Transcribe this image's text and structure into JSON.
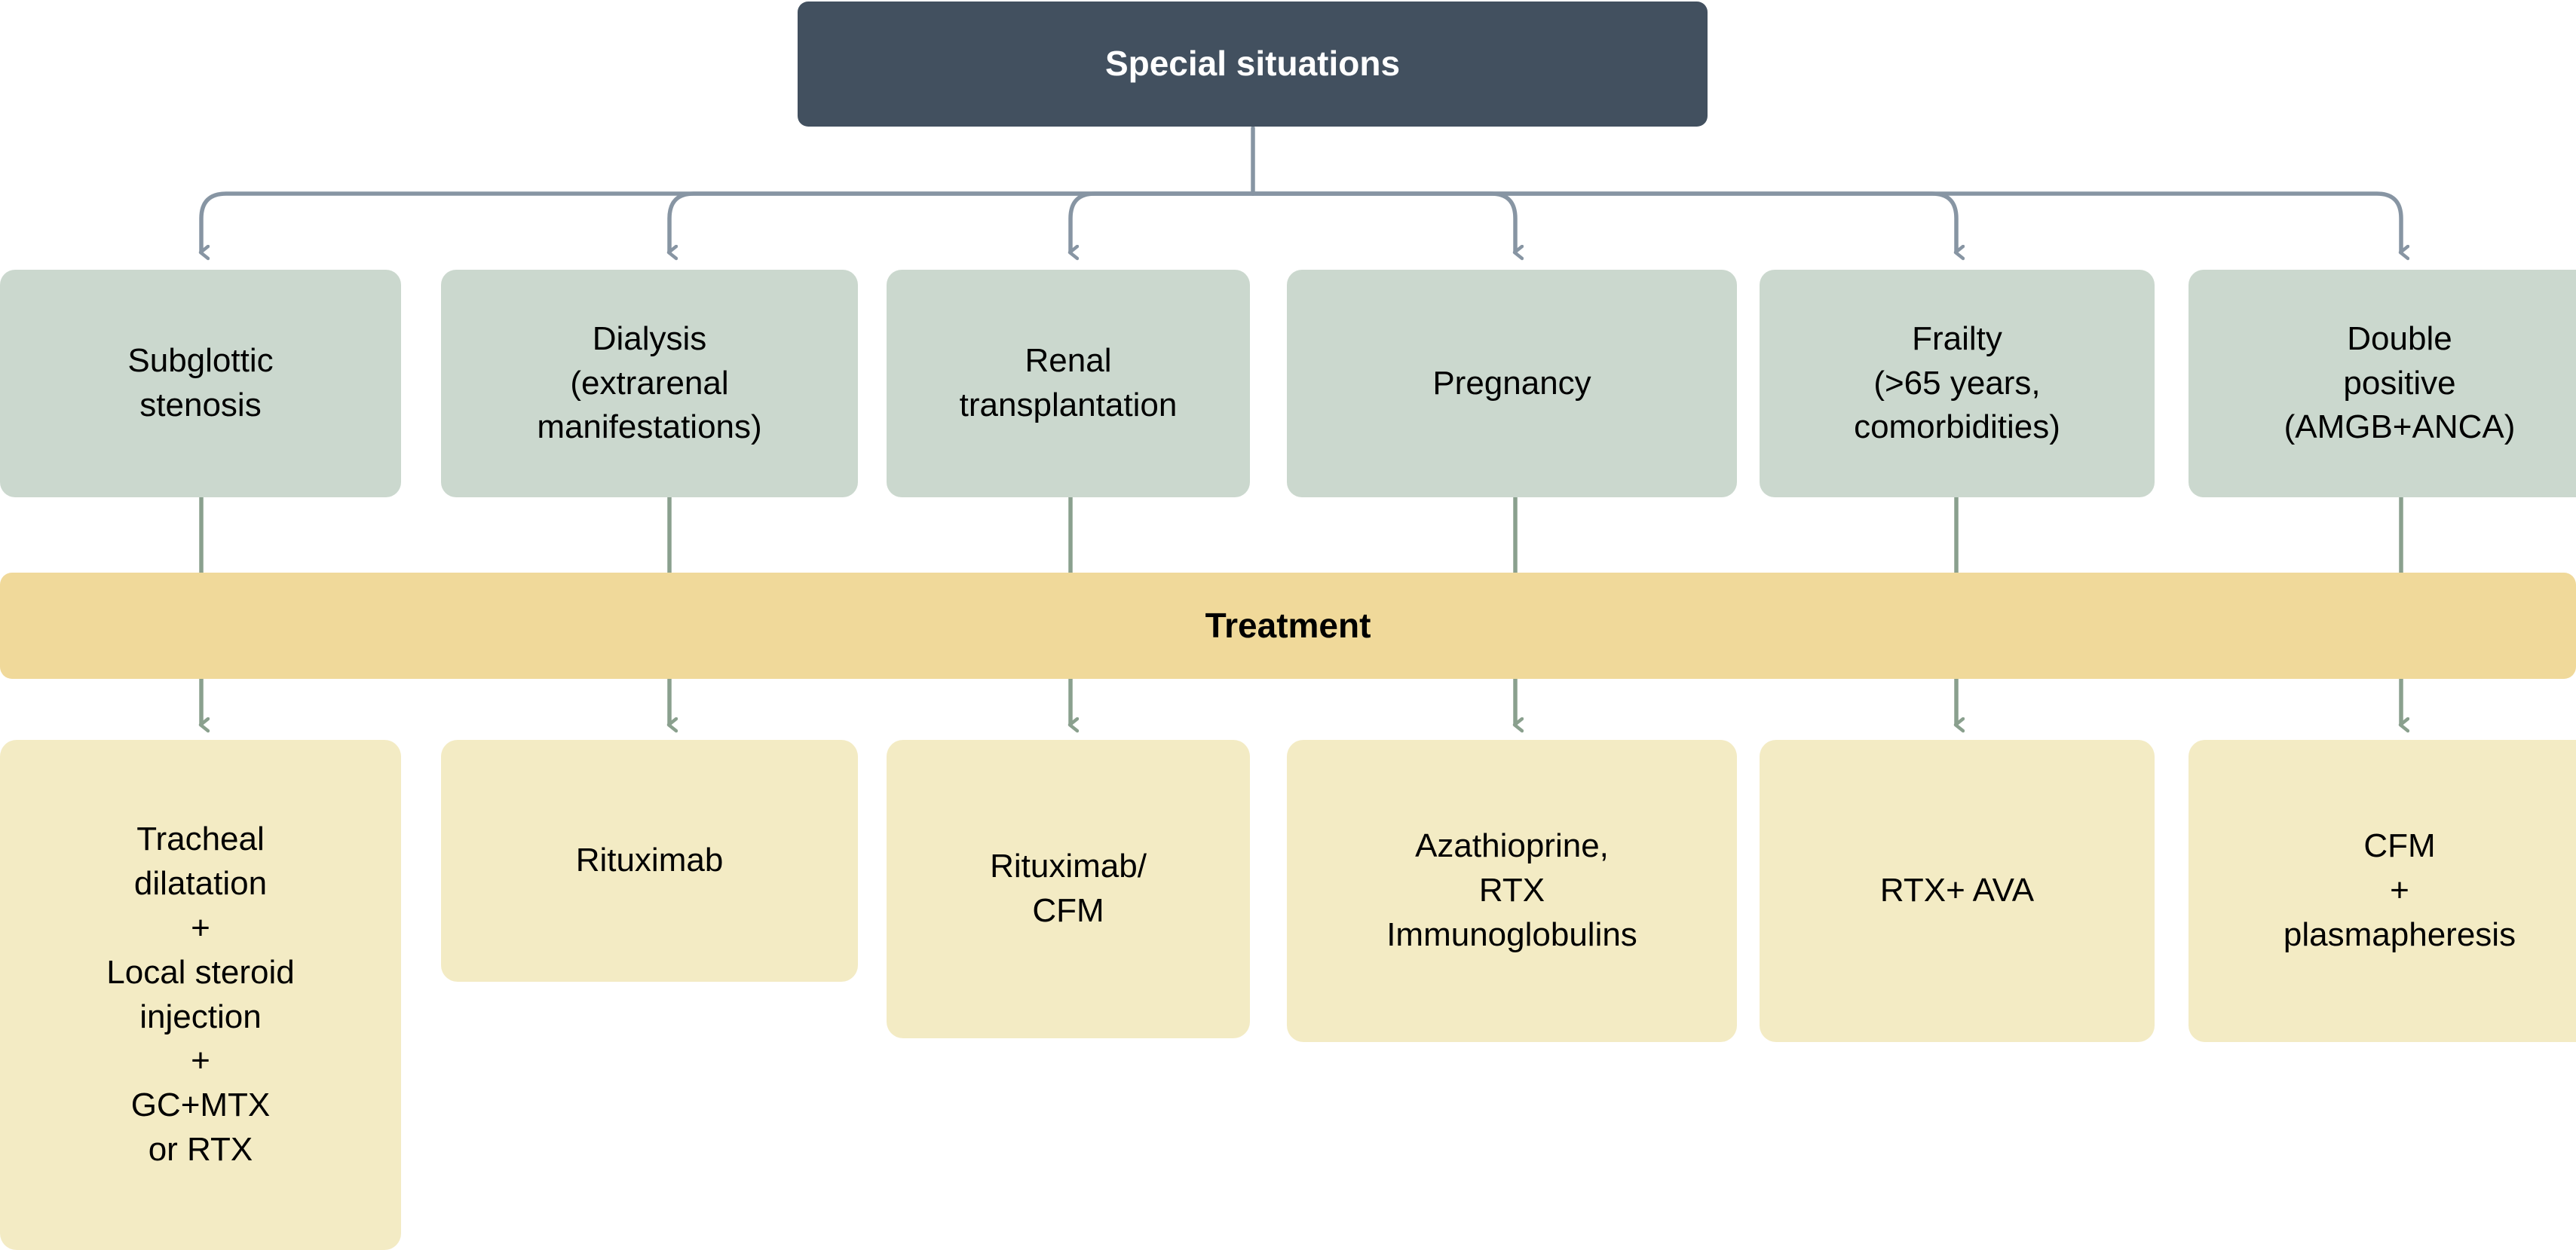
{
  "diagram": {
    "title": "Special situations",
    "treatment_label": "Treatment",
    "colors": {
      "header_fill": "#42505f",
      "header_text": "#ffffff",
      "condition_fill": "#cbd8ce",
      "treatment_bar_fill": "#f0d99a",
      "treatment_node_fill": "#f3ebc4",
      "connector_top": "#8795a3",
      "connector_bottom": "#8aa08e",
      "text": "#000000",
      "background": "#ffffff"
    },
    "conditions": [
      {
        "label": "Subglottic\nstenosis"
      },
      {
        "label": "Dialysis\n(extrarenal\nmanifestations)"
      },
      {
        "label": "Renal\ntransplantation"
      },
      {
        "label": "Pregnancy"
      },
      {
        "label": "Frailty\n(>65 years,\ncomorbidities)"
      },
      {
        "label": "Double\npositive\n(AMGB+ANCA)"
      }
    ],
    "treatments": [
      {
        "label": "Tracheal\ndilatation\n+\nLocal steroid\ninjection\n+\nGC+MTX\nor RTX"
      },
      {
        "label": "Rituximab"
      },
      {
        "label": "Rituximab/\nCFM"
      },
      {
        "label": "Azathioprine,\nRTX\nImmunoglobulins"
      },
      {
        "label": "RTX+ AVA"
      },
      {
        "label": "CFM\n+\nplasmapheresis"
      }
    ]
  }
}
